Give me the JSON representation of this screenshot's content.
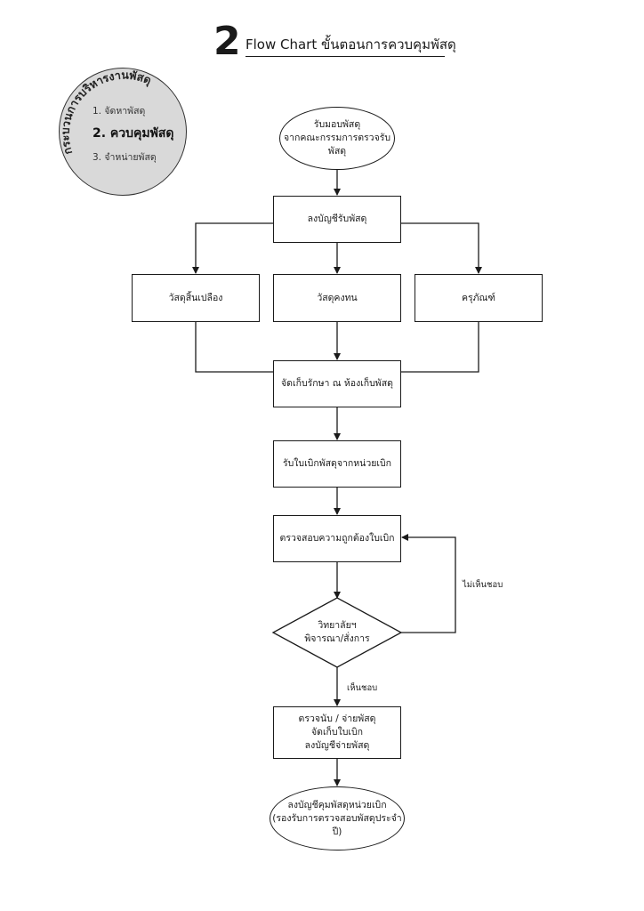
{
  "header": {
    "number": "2",
    "title": "Flow Chart ขั้นตอนการควบคุมพัสดุ"
  },
  "badge": {
    "arc_title": "กระบวนการบริหารงานพัสดุ",
    "items": [
      {
        "label": "1. จัดหาพัสดุ",
        "active": false
      },
      {
        "label": "2. ควบคุมพัสดุ",
        "active": true
      },
      {
        "label": "3. จำหน่ายพัสดุ",
        "active": false
      }
    ],
    "fill_color": "#d9d9d9"
  },
  "flow": {
    "start": {
      "line1": "รับมอบพัสดุ",
      "line2": "จากคณะกรรมการตรวจรับพัสดุ"
    },
    "register": {
      "label": "ลงบัญชีรับพัสดุ"
    },
    "consumable": {
      "label": "วัสดุสิ้นเปลือง"
    },
    "durable": {
      "label": "วัสดุคงทน"
    },
    "equipment": {
      "label": "ครุภัณฑ์"
    },
    "store": {
      "label": "จัดเก็บรักษา ณ ห้องเก็บพัสดุ"
    },
    "requisition": {
      "label": "รับใบเบิกพัสดุจากหน่วยเบิก"
    },
    "check": {
      "label": "ตรวจสอบความถูกต้องใบเบิก"
    },
    "decision": {
      "line1": "วิทยาลัยฯ",
      "line2": "พิจารณา/สั่งการ"
    },
    "edge_reject": "ไม่เห็นชอบ",
    "edge_approve": "เห็นชอบ",
    "dispense": {
      "line1": "ตรวจนับ / จ่ายพัสดุ",
      "line2": "จัดเก็บใบเบิก",
      "line3": "ลงบัญชีจ่ายพัสดุ"
    },
    "end": {
      "line1": "ลงบัญชีคุมพัสดุหน่วยเบิก",
      "line2": "(รองรับการตรวจสอบพัสดุประจำปี)"
    }
  }
}
